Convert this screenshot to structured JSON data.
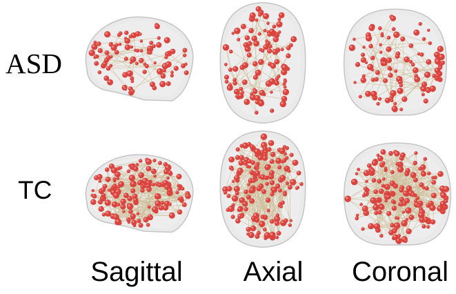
{
  "rows": [
    {
      "label": "ASD"
    },
    {
      "label": "TC"
    }
  ],
  "columns": [
    {
      "label": "Sagittal"
    },
    {
      "label": "Axial"
    },
    {
      "label": "Coronal"
    }
  ],
  "colors": {
    "node": "#d9443f",
    "edge": "#cdbf9a",
    "brain": "#d9d9d9"
  }
}
